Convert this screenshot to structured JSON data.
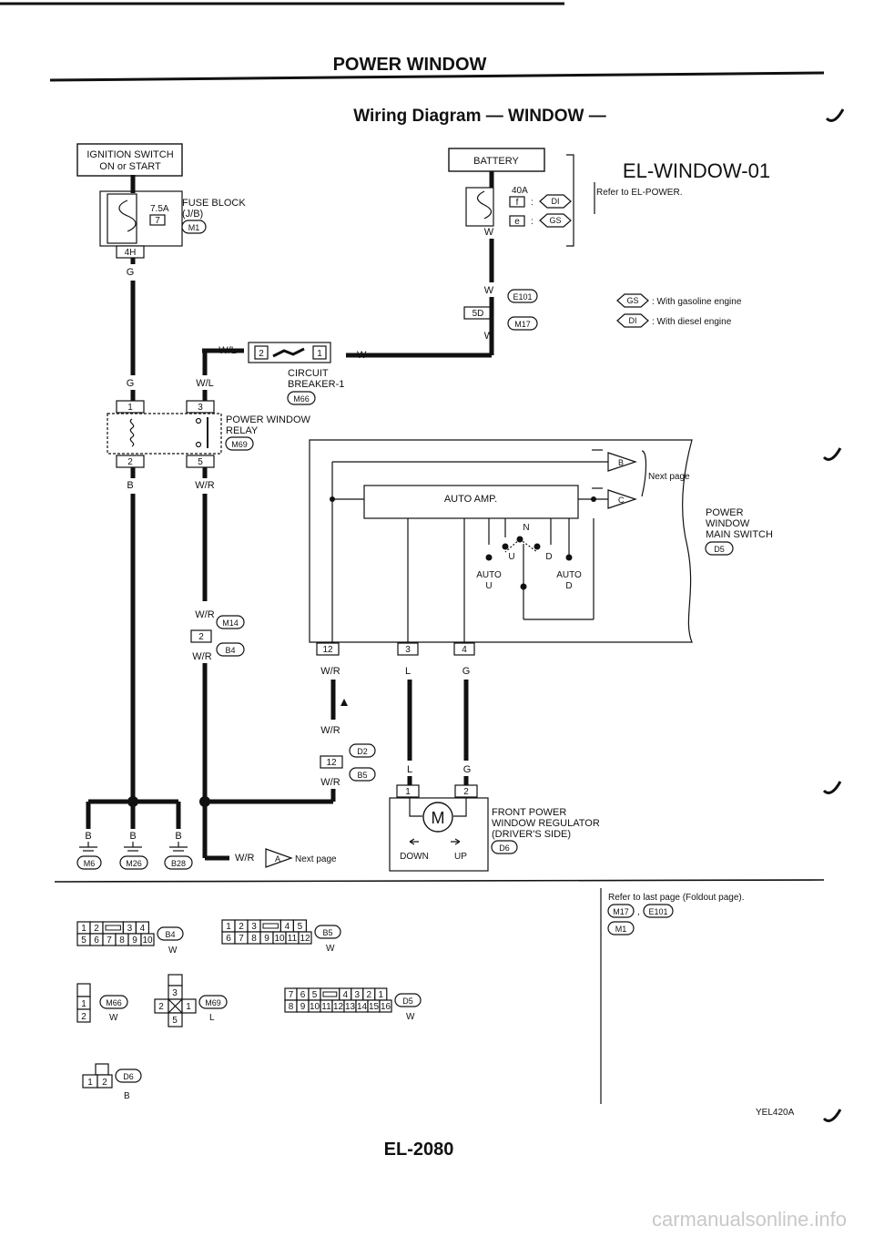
{
  "header": {
    "title": "POWER WINDOW",
    "subtitle": "Wiring Diagram — WINDOW —",
    "code": "EL-WINDOW-01"
  },
  "ignition": {
    "label1": "IGNITION SWITCH",
    "label2": "ON or START",
    "fuse_rating": "7.5A",
    "fuse_num": "7",
    "fuse_block1": "FUSE BLOCK",
    "fuse_block2": "(J/B)",
    "fuse_conn": "M1",
    "pin": "4H",
    "wire": "G"
  },
  "battery": {
    "label": "BATTERY",
    "fuse_rating": "40A",
    "fuse_f": "f",
    "fuse_e": "e",
    "sep": ":",
    "cond_di": "DI",
    "cond_gs": "GS",
    "refer": "Refer to EL-POWER.",
    "wire": "W"
  },
  "legend": {
    "gs_code": "GS",
    "gs_text": ": With gasoline engine",
    "di_code": "DI",
    "di_text": ": With diesel engine"
  },
  "joint_e101": {
    "pin": "5D",
    "conn_top": "E101",
    "conn_bot": "M17",
    "wire": "W"
  },
  "breaker": {
    "name1": "CIRCUIT",
    "name2": "BREAKER-1",
    "conn": "M66",
    "pin_l": "2",
    "pin_r": "1",
    "wire_l": "W/L",
    "wire_r": "W"
  },
  "relay": {
    "name1": "POWER WINDOW",
    "name2": "RELAY",
    "conn": "M69",
    "pin1": "1",
    "pin2": "2",
    "pin3": "3",
    "pin5": "5",
    "wire_g": "G",
    "wire_wl": "W/L",
    "wire_b": "B",
    "wire_wr": "W/R"
  },
  "main_switch": {
    "name1": "POWER",
    "name2": "WINDOW",
    "name3": "MAIN SWITCH",
    "conn": "D5",
    "amp": "AUTO AMP.",
    "n": "N",
    "u": "U",
    "d": "D",
    "auto_u1": "AUTO",
    "auto_u2": "U",
    "auto_d1": "AUTO",
    "auto_d2": "D",
    "flag_b": "B",
    "flag_c": "C",
    "next_page": "Next page",
    "pin12": "12",
    "pin3": "3",
    "pin4": "4",
    "wire_wr": "W/R",
    "wire_l": "L",
    "wire_g": "G"
  },
  "joint_m14": {
    "pin": "2",
    "conn_top": "M14",
    "conn_bot": "B4",
    "wire": "W/R"
  },
  "joint_d2": {
    "pin": "12",
    "conn_top": "D2",
    "conn_bot": "B5",
    "wire": "W/R"
  },
  "regulator": {
    "name1": "FRONT POWER",
    "name2": "WINDOW REGULATOR",
    "name3": "(DRIVER'S SIDE)",
    "conn": "D6",
    "motor": "M",
    "down": "DOWN",
    "up": "UP",
    "pin1": "1",
    "pin2": "2",
    "wire_l": "L",
    "wire_g": "G"
  },
  "grounds": {
    "wire": "B",
    "g1": "M6",
    "g2": "M26",
    "g3": "B28"
  },
  "next_page": {
    "wire": "W/R",
    "flag": "A",
    "text": "Next page"
  },
  "connectors": {
    "b4": {
      "name": "B4",
      "color": "W",
      "row1": [
        "1",
        "2",
        "",
        "3",
        "4"
      ],
      "row2": [
        "5",
        "6",
        "7",
        "8",
        "9",
        "10"
      ]
    },
    "b5": {
      "name": "B5",
      "color": "W",
      "row1": [
        "1",
        "2",
        "3",
        "",
        "4",
        "5"
      ],
      "row2": [
        "6",
        "7",
        "8",
        "9",
        "10",
        "11",
        "12"
      ]
    },
    "m66": {
      "name": "M66",
      "color": "W",
      "pins": [
        "1",
        "2"
      ]
    },
    "m69": {
      "name": "M69",
      "color": "L",
      "pins": [
        "3",
        "2",
        "1",
        "5"
      ]
    },
    "d5": {
      "name": "D5",
      "color": "W",
      "row1": [
        "7",
        "6",
        "5",
        "",
        "4",
        "3",
        "2",
        "1"
      ],
      "row2": [
        "8",
        "9",
        "10",
        "11",
        "12",
        "13",
        "14",
        "15",
        "16"
      ]
    },
    "d6": {
      "name": "D6",
      "color": "B",
      "pins": [
        "1",
        "2"
      ]
    }
  },
  "refer_box": {
    "text": "Refer to last page (Foldout page).",
    "c1": "M17",
    "comma": ",",
    "c2": "E101",
    "c3": "M1"
  },
  "footer": {
    "page": "EL-2080",
    "code": "YEL420A",
    "watermark": "carmanualsonline.info"
  }
}
